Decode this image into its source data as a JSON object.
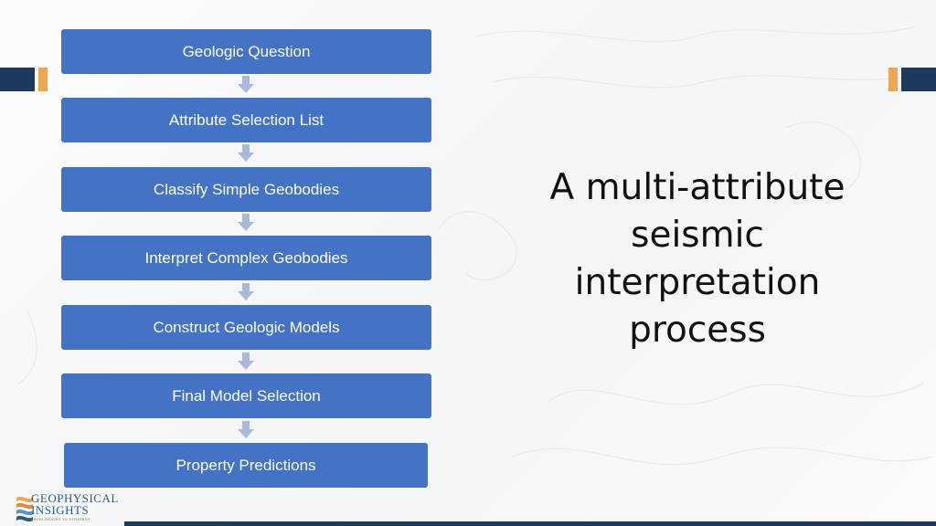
{
  "slide_title": "A multi-attribute seismic interpretation process",
  "title_lines": [
    "A multi-attribute",
    "seismic",
    "interpretation",
    "process"
  ],
  "steps": [
    "Geologic Question",
    "Attribute Selection List",
    "Classify Simple Geobodies",
    "Interpret Complex Geobodies",
    "Construct Geologic Models",
    "Final Model Selection",
    "Property Predictions"
  ],
  "logo": {
    "line1": "GEOPHYSICAL",
    "line2": "INSIGHTS",
    "tagline": "FROM INSIGHT TO STRATEGY"
  },
  "colors": {
    "box": "#4472c4",
    "arrow": "#a9b9d9",
    "accent_navy": "#1b3a5c",
    "accent_orange": "#f0a552"
  },
  "icons": [
    "flow-arrow-icon",
    "geophysical-insights-logo"
  ]
}
